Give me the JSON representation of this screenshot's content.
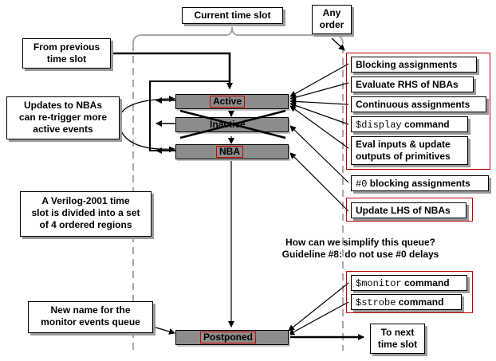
{
  "header": {
    "current_time_slot": "Current time slot",
    "any_order_line1": "Any",
    "any_order_line2": "order"
  },
  "left_notes": {
    "from_previous_line1": "From previous",
    "from_previous_line2": "time slot",
    "updates_line1": "Updates to NBAs",
    "updates_line2": "can re-trigger more",
    "updates_line3": "active events",
    "verilog_line1": "A Verilog-2001 time",
    "verilog_line2": "slot is divided into a set",
    "verilog_line3": "of 4 ordered regions",
    "new_name_line1": "New name for the",
    "new_name_line2": "monitor events queue"
  },
  "regions": {
    "active": "Active",
    "inactive": "Inactive",
    "nba": "NBA",
    "postponed": "Postponed"
  },
  "right_items": {
    "blocking": "Blocking assignments",
    "eval_rhs": "Evaluate RHS of NBAs",
    "continuous": "Continuous assignments",
    "display_code": "$display",
    "display_rest": " command",
    "eval_inputs_line1": "Eval inputs & update",
    "eval_inputs_line2": "outputs of primitives",
    "zero_code": "#0",
    "zero_rest": " blocking assignments",
    "update_lhs": "Update LHS of NBAs",
    "monitor_code": "$monitor",
    "monitor_rest": " command",
    "strobe_code": "$strobe",
    "strobe_rest": " command"
  },
  "guideline": {
    "line1": "How can we simplify this queue?",
    "line2": "Guideline #8: do not use #0 delays"
  },
  "next_slot": {
    "line1": "To next",
    "line2": "time slot"
  }
}
